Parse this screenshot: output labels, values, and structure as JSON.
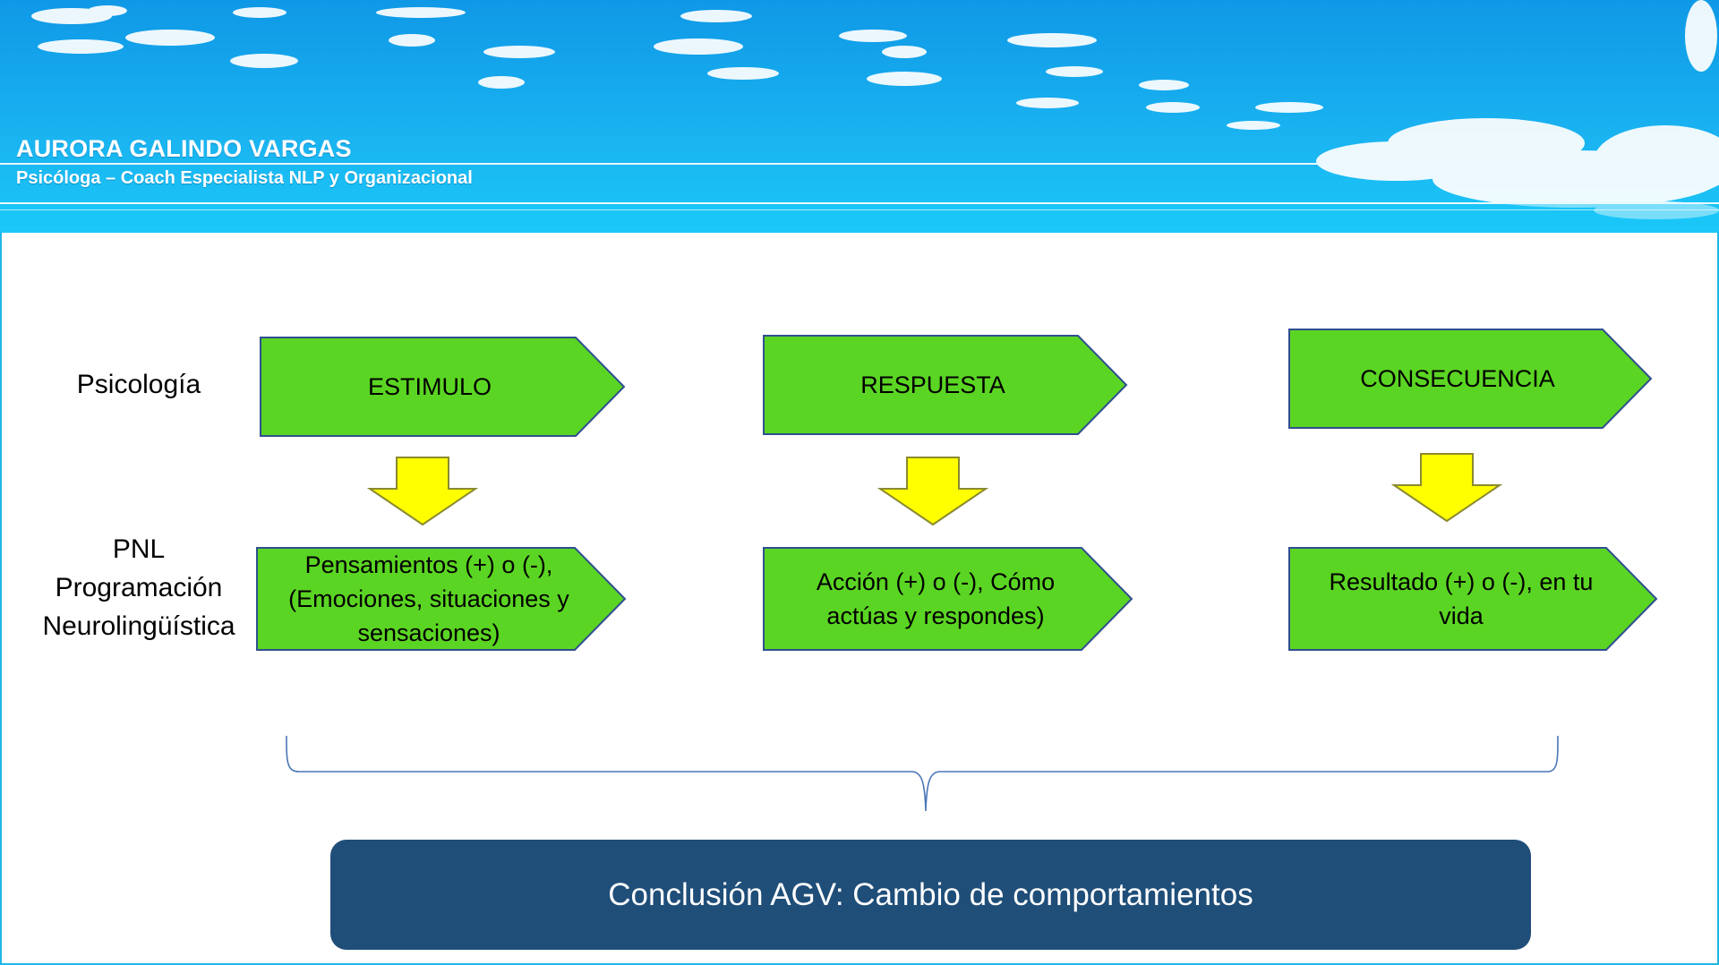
{
  "header": {
    "name": "AURORA GALINDO VARGAS",
    "subtitle": "Psicóloga – Coach Especialista NLP y Organizacional"
  },
  "row_labels": {
    "psicologia": "Psicología",
    "pnl": [
      "PNL",
      "Programación",
      "Neurolingüística"
    ]
  },
  "top_boxes": [
    {
      "label": "ESTIMULO"
    },
    {
      "label": "RESPUESTA"
    },
    {
      "label": "CONSECUENCIA"
    }
  ],
  "bottom_boxes": [
    {
      "lines": [
        "Pensamientos (+) o (-),",
        "(Emociones, situaciones y",
        "sensaciones)"
      ]
    },
    {
      "lines": [
        "Acción (+) o (-), Cómo",
        "actúas y respondes)"
      ]
    },
    {
      "lines": [
        "Resultado (+) o (-), en tu",
        "vida"
      ]
    }
  ],
  "conclusion": "Conclusión AGV: Cambio de comportamientos",
  "colors": {
    "box_fill": "#5bd523",
    "box_stroke": "#2f4f8f",
    "arrow_fill": "#ffff00",
    "arrow_stroke": "#8a8a30",
    "conclusion_fill": "#1f4e79"
  }
}
